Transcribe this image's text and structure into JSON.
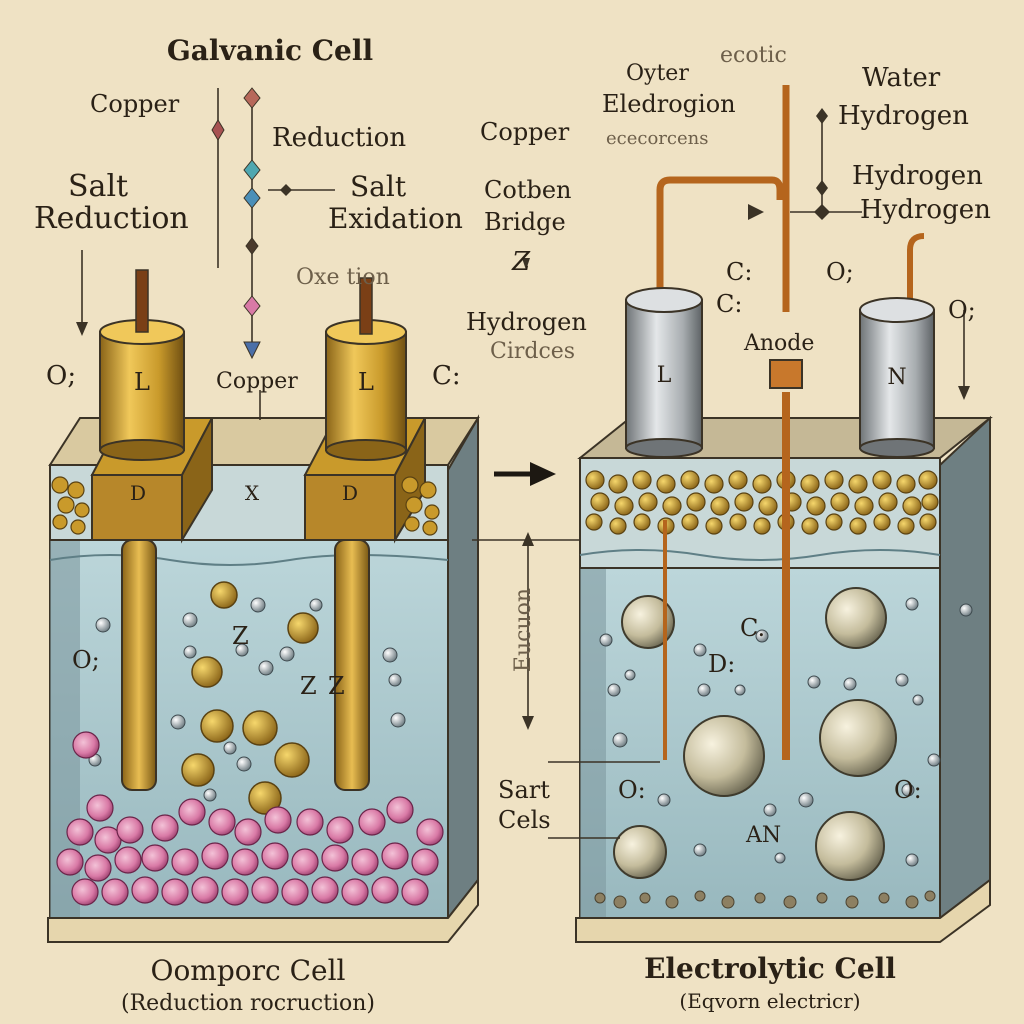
{
  "left_panel": {
    "top_title": "Galvanic Cell",
    "copper_top": "Copper",
    "reduction_top": "Reduction",
    "salt_left": "Salt",
    "reduction_left": "Reduction",
    "salt_mid": "Salt",
    "oxidation_mid": "Exidation",
    "oxidation_faint": "Oxe  tion",
    "o_left": "O;",
    "c_right": "C:",
    "copper_mid": "Copper",
    "electrode_left_letter": "L",
    "electrode_right_letter": "L",
    "block_left_letter": "D",
    "block_mid_letter": "X",
    "block_right_letter": "D",
    "liquid_o": "O;",
    "liquid_z1": "Z",
    "liquid_z2": "Z",
    "liquid_z3": "Z",
    "bottom_title": "Oomporc Cell",
    "bottom_subtitle": "(Reduction rocruction)"
  },
  "middle": {
    "copper": "Copper",
    "cotben": "Cotben",
    "bridge": "Bridge",
    "z_symbol": "Z",
    "hydrogen": "Hydrogen",
    "cirdces": "Cirdces",
    "vertical_label": "Eucuon",
    "sart": "Sart",
    "cels": "Cels"
  },
  "right_panel": {
    "top_faint": "ecotic",
    "oyter": "Oyter",
    "eledrogion": "Eledrogion",
    "ececorcens": "ececorcens",
    "water": "Water",
    "hydrogen1": "Hydrogen",
    "hydrogen2": "Hydrogen",
    "hydrogen3": "Hydrogen",
    "c_label": "C:",
    "o_label_top": "O;",
    "c_label2": "C:",
    "o_label_right": "O;",
    "anode": "Anode",
    "electrode_left_letter": "L",
    "electrode_right_letter": "N",
    "liquid_c": "C.",
    "liquid_d": "D:",
    "liquid_o_left": "O:",
    "liquid_o_right": "O:",
    "liquid_an": "AN",
    "bottom_title": "Electrolytic Cell",
    "bottom_subtitle": "(Eqvorn  electricr)"
  },
  "colors": {
    "paper": "#efe2c4",
    "gold": "#c99a2b",
    "liquid": "#a9c6cc",
    "copper_wire": "#b5651d",
    "pink_particle": "#d97aa6",
    "silver": "#a8adb0"
  }
}
